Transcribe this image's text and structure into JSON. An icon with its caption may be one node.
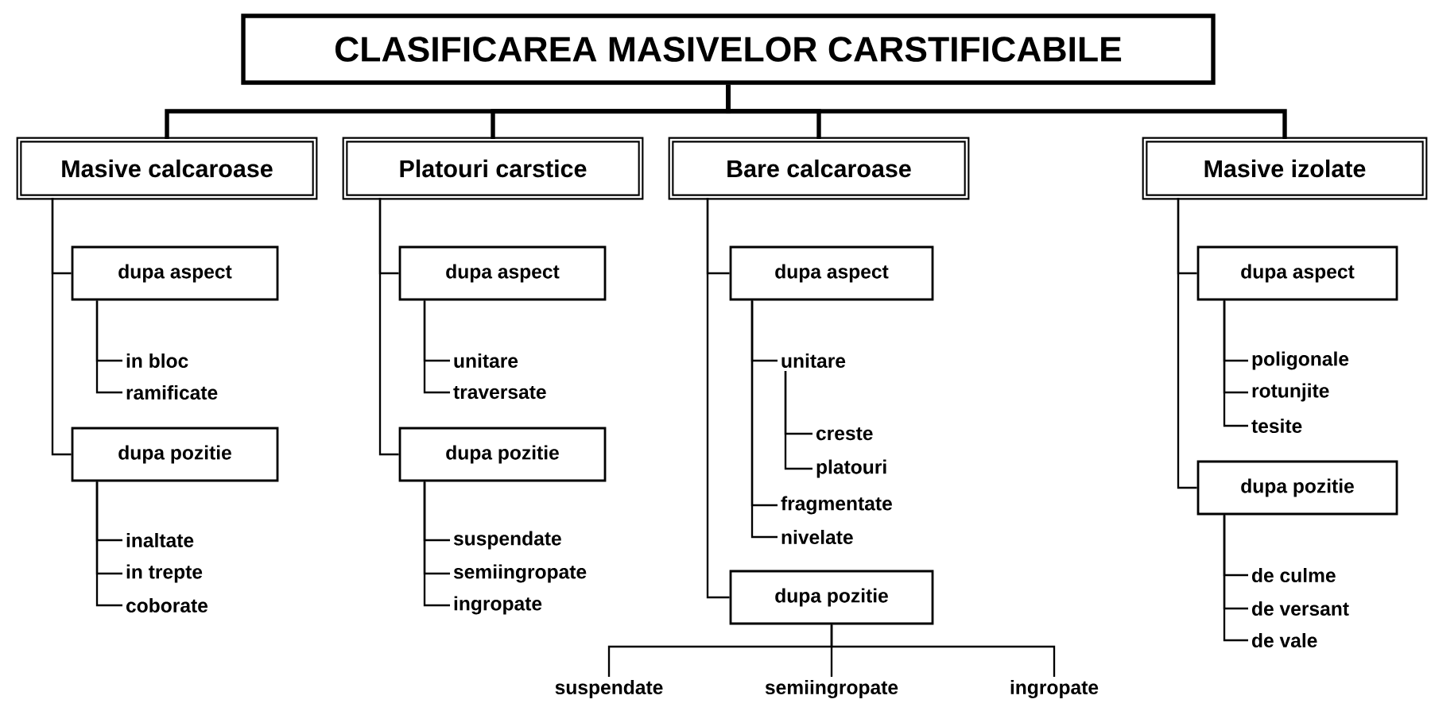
{
  "diagram": {
    "nodes": [
      {
        "text": [
          "CLASIFICAREA MASIVELOR CARSTIFICABILE"
        ]
      },
      {
        "text": [
          "Masive calcaroase"
        ]
      },
      {
        "text": [
          "Platouri carstice"
        ]
      },
      {
        "text": [
          "Bare calcaroase"
        ]
      },
      {
        "text": [
          "Masive izolate"
        ]
      },
      {
        "text": [
          "dupa aspect"
        ]
      },
      {
        "text": [
          "in bloc"
        ]
      },
      {
        "text": [
          "ramificate"
        ]
      },
      {
        "text": [
          "dupa pozitie"
        ]
      },
      {
        "text": [
          "inaltate"
        ]
      },
      {
        "text": [
          "in trepte"
        ]
      },
      {
        "text": [
          "coborate"
        ]
      },
      {
        "text": [
          "dupa aspect"
        ]
      },
      {
        "text": [
          "unitare"
        ]
      },
      {
        "text": [
          "traversate"
        ]
      },
      {
        "text": [
          "dupa pozitie"
        ]
      },
      {
        "text": [
          "suspendate"
        ]
      },
      {
        "text": [
          "semiingropate"
        ]
      },
      {
        "text": [
          "ingropate"
        ]
      },
      {
        "text": [
          "dupa aspect"
        ]
      },
      {
        "text": [
          "unitare"
        ]
      },
      {
        "text": [
          "creste"
        ]
      },
      {
        "text": [
          "platouri"
        ]
      },
      {
        "text": [
          "fragmentate"
        ]
      },
      {
        "text": [
          "nivelate"
        ]
      },
      {
        "text": [
          "dupa pozitie"
        ]
      },
      {
        "text": [
          "suspendate"
        ]
      },
      {
        "text": [
          "semiingropate"
        ]
      },
      {
        "text": [
          "ingropate"
        ]
      },
      {
        "text": [
          "dupa aspect"
        ]
      },
      {
        "text": [
          "poligonale"
        ]
      },
      {
        "text": [
          "rotunjite"
        ]
      },
      {
        "text": [
          "tesite"
        ]
      },
      {
        "text": [
          "dupa pozitie"
        ]
      },
      {
        "text": [
          "de culme"
        ]
      },
      {
        "text": [
          "de versant"
        ]
      },
      {
        "text": [
          "de vale"
        ]
      }
    ],
    "edges": [
      {
        "from": 0,
        "to": 1,
        "arrow": "none",
        "style": "thick"
      },
      {
        "from": 0,
        "to": 2,
        "arrow": "none",
        "style": "thick"
      },
      {
        "from": 0,
        "to": 3,
        "arrow": "none",
        "style": "thick"
      },
      {
        "from": 0,
        "to": 4,
        "arrow": "none",
        "style": "thick"
      },
      {
        "from": 1,
        "to": 5,
        "arrow": "none"
      },
      {
        "from": 5,
        "to": 6,
        "arrow": "none"
      },
      {
        "from": 5,
        "to": 7,
        "arrow": "none"
      },
      {
        "from": 1,
        "to": 8,
        "arrow": "none"
      },
      {
        "from": 8,
        "to": 9,
        "arrow": "none"
      },
      {
        "from": 8,
        "to": 10,
        "arrow": "none"
      },
      {
        "from": 8,
        "to": 11,
        "arrow": "none"
      },
      {
        "from": 2,
        "to": 12,
        "arrow": "none"
      },
      {
        "from": 12,
        "to": 13,
        "arrow": "none"
      },
      {
        "from": 12,
        "to": 14,
        "arrow": "none"
      },
      {
        "from": 2,
        "to": 15,
        "arrow": "none"
      },
      {
        "from": 15,
        "to": 16,
        "arrow": "none"
      },
      {
        "from": 15,
        "to": 17,
        "arrow": "none"
      },
      {
        "from": 15,
        "to": 18,
        "arrow": "none"
      },
      {
        "from": 3,
        "to": 19,
        "arrow": "none"
      },
      {
        "from": 19,
        "to": 20,
        "arrow": "none"
      },
      {
        "from": 20,
        "to": 21,
        "arrow": "none"
      },
      {
        "from": 20,
        "to": 22,
        "arrow": "none"
      },
      {
        "from": 19,
        "to": 23,
        "arrow": "none"
      },
      {
        "from": 19,
        "to": 24,
        "arrow": "none"
      },
      {
        "from": 3,
        "to": 25,
        "arrow": "none"
      },
      {
        "from": 25,
        "to": 26,
        "arrow": "none"
      },
      {
        "from": 25,
        "to": 27,
        "arrow": "none"
      },
      {
        "from": 25,
        "to": 28,
        "arrow": "none"
      },
      {
        "from": 4,
        "to": 29,
        "arrow": "none"
      },
      {
        "from": 29,
        "to": 30,
        "arrow": "none"
      },
      {
        "from": 29,
        "to": 31,
        "arrow": "none"
      },
      {
        "from": 29,
        "to": 32,
        "arrow": "none"
      },
      {
        "from": 4,
        "to": 33,
        "arrow": "none"
      },
      {
        "from": 33,
        "to": 34,
        "arrow": "none"
      },
      {
        "from": 33,
        "to": 35,
        "arrow": "none"
      },
      {
        "from": 33,
        "to": 36,
        "arrow": "none"
      }
    ]
  }
}
